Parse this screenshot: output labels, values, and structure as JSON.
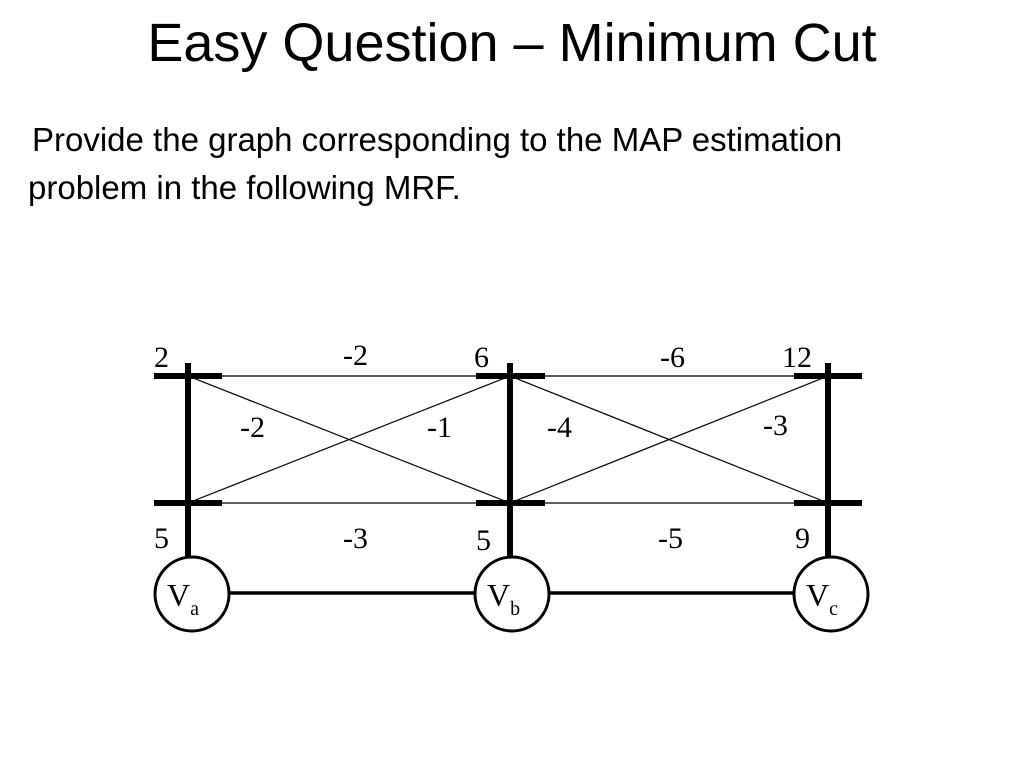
{
  "slide": {
    "title": "Easy Question – Minimum Cut",
    "body_lines": [
      "Provide the graph corresponding to the MAP estimation",
      "problem in the following MRF."
    ]
  },
  "mrf": {
    "unary": {
      "va_top": "2",
      "va_bottom": "5",
      "vb_top": "6",
      "vb_bottom": "5",
      "vc_top": "12",
      "vc_bottom": "9"
    },
    "pairwise": {
      "ab_top": "-2",
      "ab_bottom": "-3",
      "ab_diag_left": "-2",
      "ab_diag_right": "-1",
      "bc_top": "-6",
      "bc_bottom": "-5",
      "bc_diag_left": "-4",
      "bc_diag_right": "-3"
    },
    "nodes": {
      "a": {
        "letter": "V",
        "sub": "a"
      },
      "b": {
        "letter": "V",
        "sub": "b"
      },
      "c": {
        "letter": "V",
        "sub": "c"
      }
    }
  }
}
